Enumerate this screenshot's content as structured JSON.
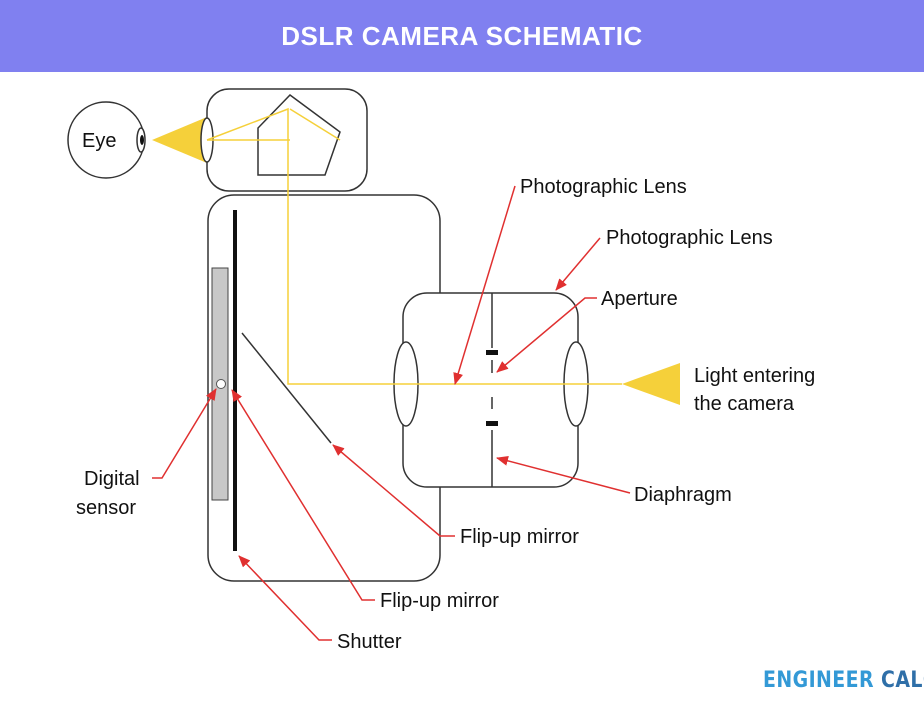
{
  "title": "DSLR CAMERA SCHEMATIC",
  "labels": {
    "eye": "Eye",
    "photographic_lens_1": "Photographic Lens",
    "photographic_lens_2": "Photographic Lens",
    "aperture": "Aperture",
    "light_line1": "Light entering",
    "light_line2": "the camera",
    "digital_line1": "Digital",
    "digital_line2": "sensor",
    "diaphragm": "Diaphragm",
    "flip_up_mirror_1": "Flip-up mirror",
    "flip_up_mirror_2": "Flip-up mirror",
    "shutter": "Shutter"
  },
  "brand": {
    "part1": "ENGINEER",
    "part2": "CALCS"
  },
  "colors": {
    "banner": "#8080f0",
    "light_ray": "#f5d03a",
    "light_beam": "#f5d03a",
    "arrow": "#e03030",
    "outline": "#333333",
    "sensor": "#c8c8c8",
    "brand_light": "#3399d6",
    "brand_dark": "#2f6fa8"
  }
}
